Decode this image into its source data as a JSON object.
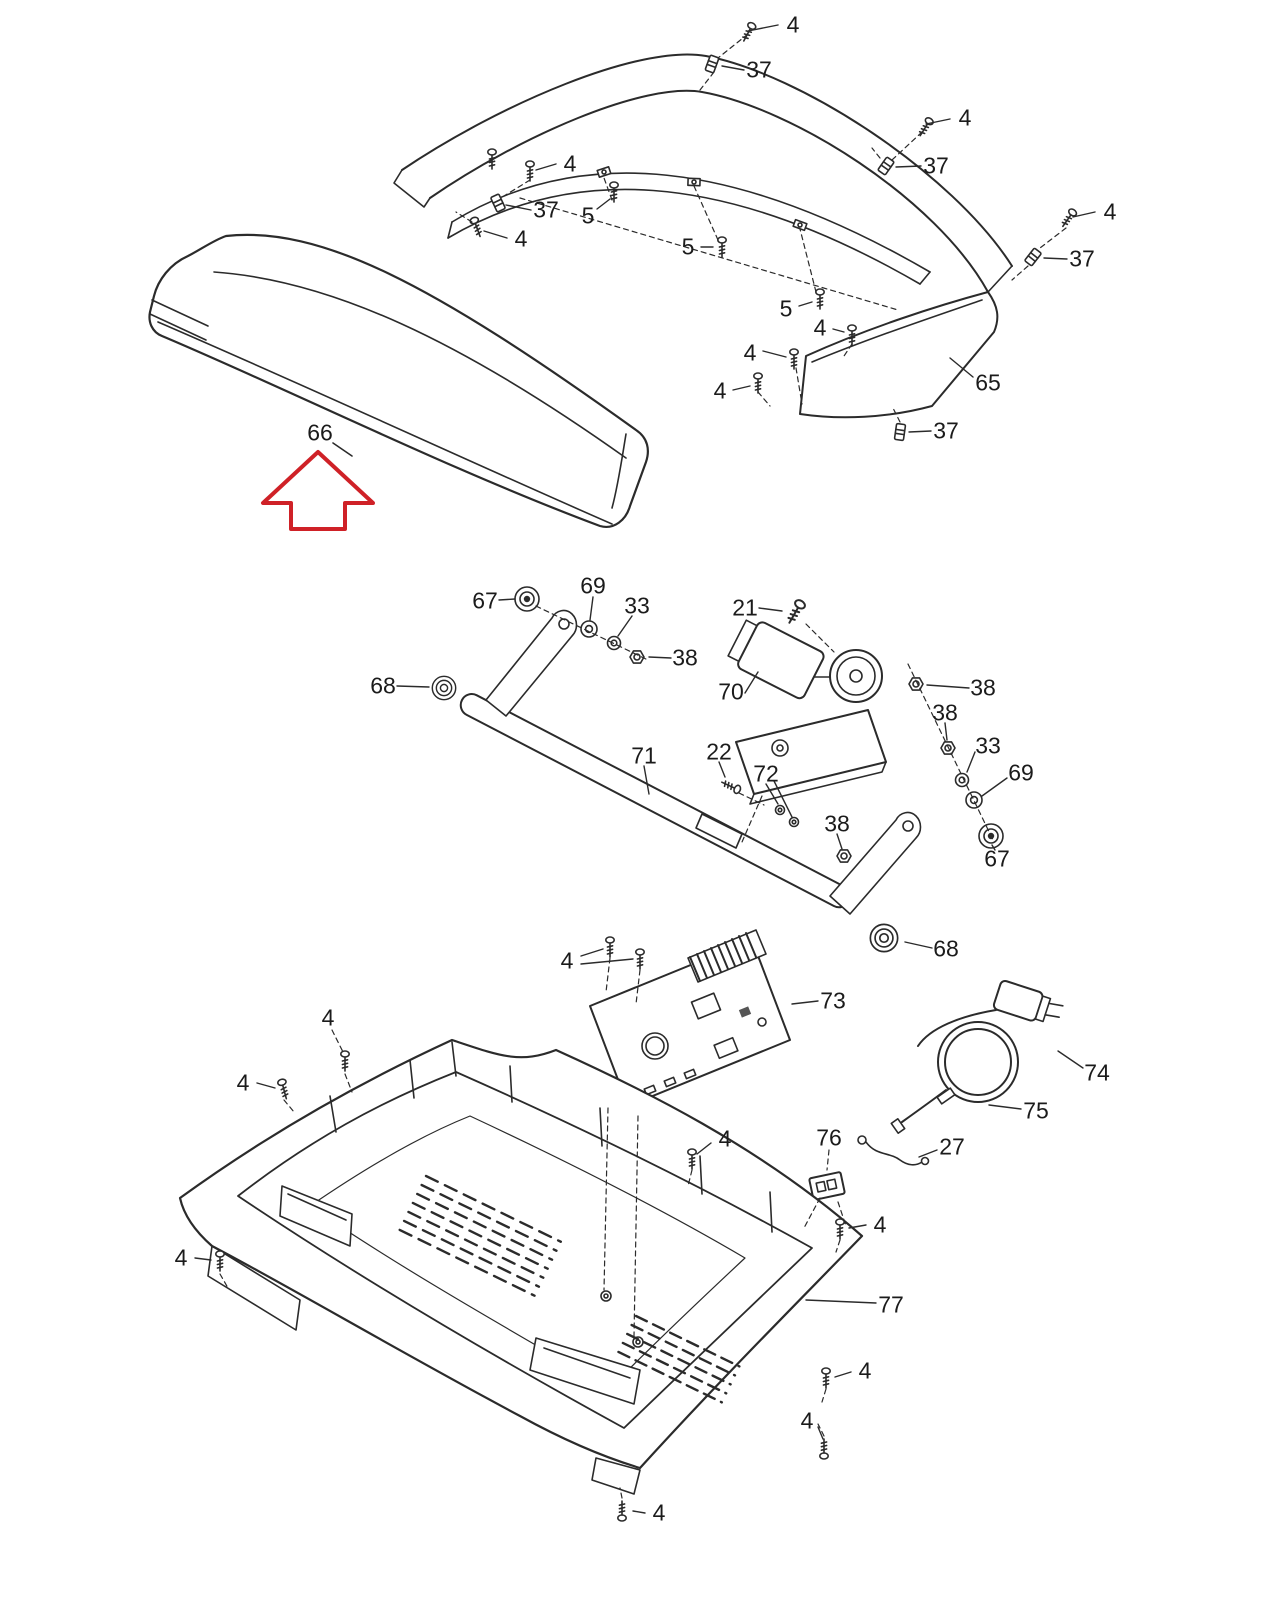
{
  "diagram": {
    "type": "exploded-parts-diagram",
    "line_color": "#2b2b2b",
    "highlight_color": "#cf2127",
    "highlighted_part_number": "66",
    "part_numbers_shown": [
      "4",
      "5",
      "21",
      "22",
      "27",
      "33",
      "37",
      "38",
      "65",
      "66",
      "67",
      "68",
      "69",
      "70",
      "71",
      "72",
      "73",
      "74",
      "75",
      "76",
      "77"
    ]
  },
  "labels": [
    {
      "text": "4"
    },
    {
      "text": "37"
    },
    {
      "text": "4"
    },
    {
      "text": "37"
    },
    {
      "text": "4"
    },
    {
      "text": "37"
    },
    {
      "text": "5"
    },
    {
      "text": "4"
    },
    {
      "text": "4"
    },
    {
      "text": "37"
    },
    {
      "text": "5"
    },
    {
      "text": "5"
    },
    {
      "text": "4"
    },
    {
      "text": "4"
    },
    {
      "text": "4"
    },
    {
      "text": "65"
    },
    {
      "text": "66"
    },
    {
      "text": "37"
    },
    {
      "text": "67"
    },
    {
      "text": "69"
    },
    {
      "text": "33"
    },
    {
      "text": "21"
    },
    {
      "text": "38"
    },
    {
      "text": "68"
    },
    {
      "text": "70"
    },
    {
      "text": "38"
    },
    {
      "text": "38"
    },
    {
      "text": "33"
    },
    {
      "text": "69"
    },
    {
      "text": "71"
    },
    {
      "text": "22"
    },
    {
      "text": "72"
    },
    {
      "text": "38"
    },
    {
      "text": "67"
    },
    {
      "text": "68"
    },
    {
      "text": "4"
    },
    {
      "text": "73"
    },
    {
      "text": "4"
    },
    {
      "text": "74"
    },
    {
      "text": "4"
    },
    {
      "text": "75"
    },
    {
      "text": "4"
    },
    {
      "text": "76"
    },
    {
      "text": "27"
    },
    {
      "text": "4"
    },
    {
      "text": "4"
    },
    {
      "text": "77"
    },
    {
      "text": "4"
    },
    {
      "text": "4"
    },
    {
      "text": "4"
    }
  ]
}
